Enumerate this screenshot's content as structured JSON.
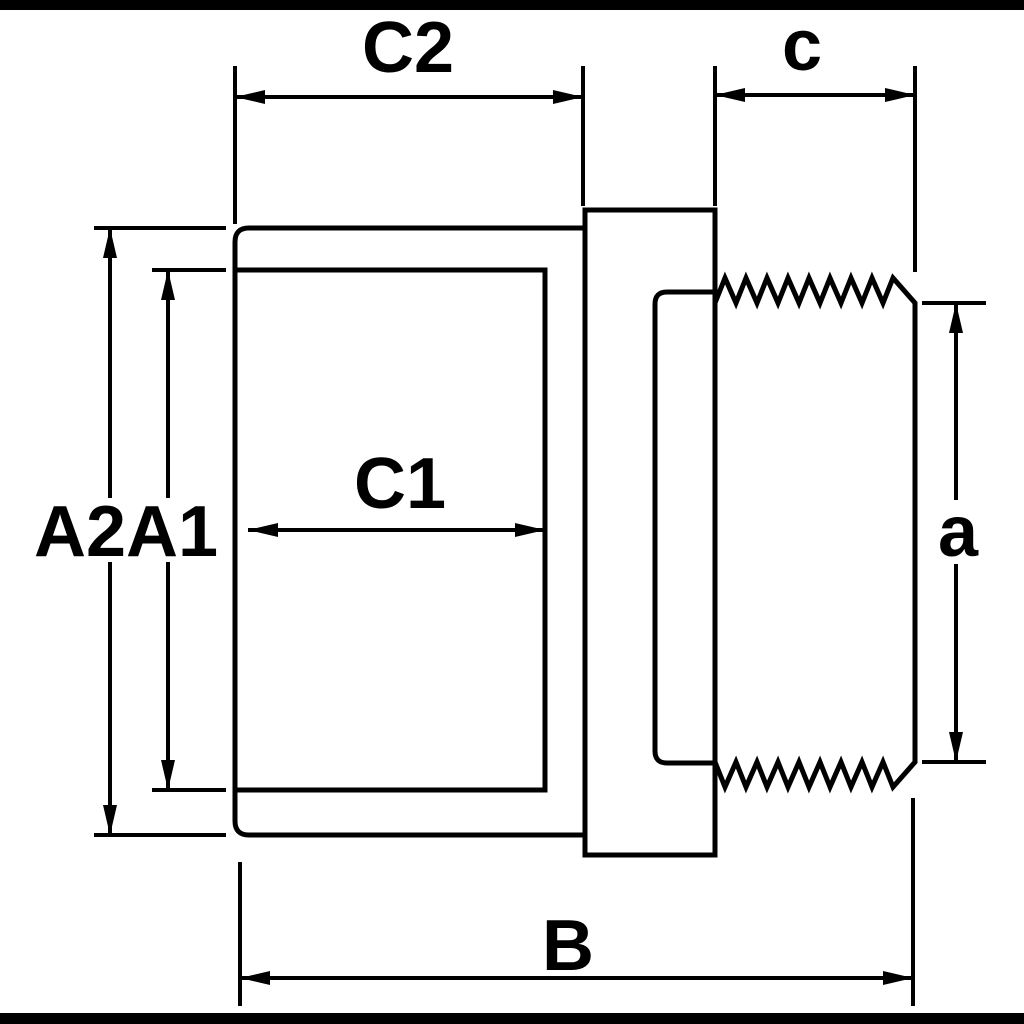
{
  "figure": {
    "type": "technical-drawing",
    "subject": "pipe fitting adapter - female socket end with hex flange and male threaded end, side view",
    "background_color": "#ffffff",
    "line_color": "#000000"
  },
  "dimensions": {
    "c2": "C2",
    "c": "c",
    "a2": "A2",
    "a1": "A1",
    "c1": "C1",
    "a": "a",
    "b": "B"
  }
}
